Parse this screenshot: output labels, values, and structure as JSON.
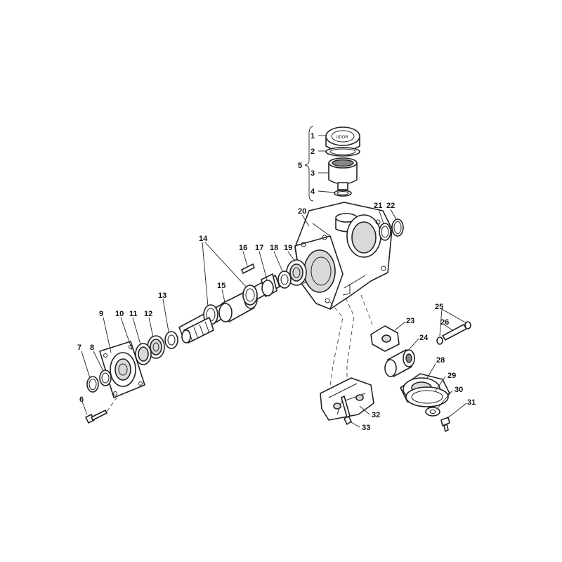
{
  "diagram": {
    "callouts": [
      "1",
      "2",
      "3",
      "4",
      "5",
      "6",
      "7",
      "8",
      "9",
      "10",
      "11",
      "12",
      "13",
      "14",
      "15",
      "16",
      "17",
      "18",
      "19",
      "20",
      "21",
      "22",
      "23",
      "24",
      "25",
      "26",
      "28",
      "29",
      "30",
      "31",
      "32",
      "33"
    ],
    "cap_marking": "UDOR"
  }
}
